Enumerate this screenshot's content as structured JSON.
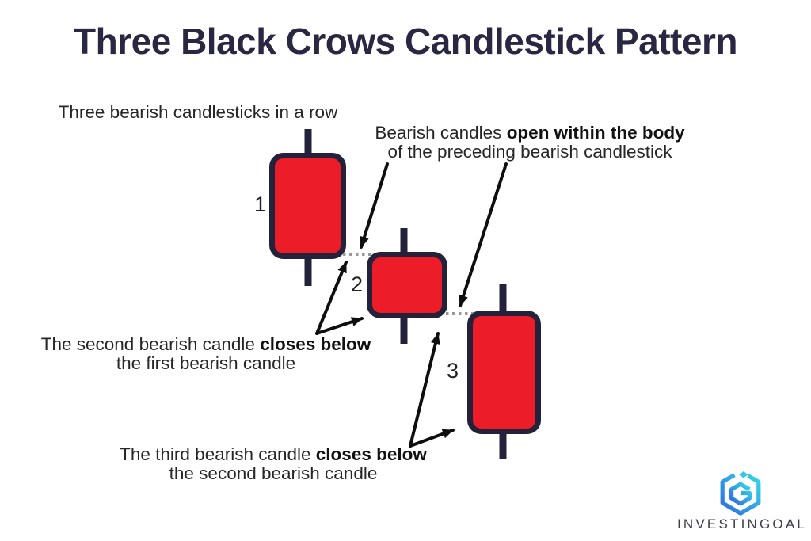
{
  "title": "Three Black Crows Candlestick Pattern",
  "annotations": {
    "top_left": "Three bearish candlesticks in a row",
    "open_within": {
      "normal": "Bearish candles ",
      "bold": "open within the body",
      "line2": "of the preceding bearish candlestick"
    },
    "second_closes": {
      "normal": "The second bearish candle ",
      "bold": "closes below",
      "line2": "the first bearish candle"
    },
    "third_closes": {
      "normal": "The third bearish candle ",
      "bold": "closes below",
      "line2": "the second bearish candle"
    }
  },
  "candles": [
    {
      "label": "1",
      "type": "bearish"
    },
    {
      "label": "2",
      "type": "bearish"
    },
    {
      "label": "3",
      "type": "bearish"
    }
  ],
  "logo": {
    "brand": "INVESTINGOAL"
  },
  "colors": {
    "red": "#ec1c28",
    "navy": "#24223a",
    "navy_title": "#2a2743",
    "text": "#262626",
    "arrow": "#0e0e0e",
    "dots": "#98989a",
    "logo_blue": "#2e6be0",
    "logo_cyan": "#35d8e8",
    "brand_gray": "#3e3e4c"
  }
}
